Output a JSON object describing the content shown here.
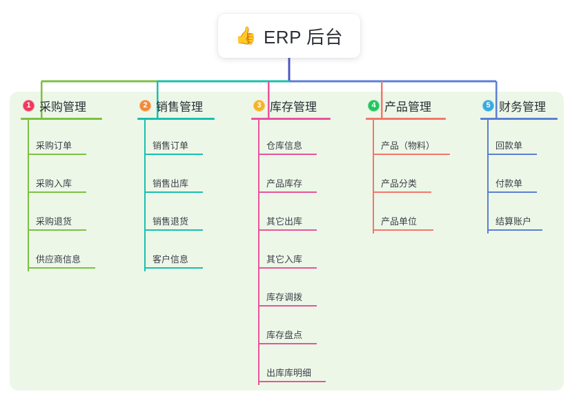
{
  "root": {
    "icon": "thumbs-up-icon",
    "emoji": "👍",
    "title": "ERP 后台"
  },
  "colors": {
    "panel_bg": "#edf7e8",
    "card_bg": "#ffffff",
    "text": "#2b2f36",
    "root_stem": "#4c57c4"
  },
  "branches": [
    {
      "number": "1",
      "title": "采购管理",
      "badge_color": "#f0395b",
      "line_color": "#7ac143",
      "title_width": 118,
      "items": [
        {
          "label": "采购订单",
          "rule_width": 85
        },
        {
          "label": "采购入库",
          "rule_width": 85
        },
        {
          "label": "采购退货",
          "rule_width": 85
        },
        {
          "label": "供应商信息",
          "rule_width": 98
        }
      ]
    },
    {
      "number": "2",
      "title": "销售管理",
      "badge_color": "#f28a38",
      "line_color": "#18bfad",
      "title_width": 112,
      "items": [
        {
          "label": "销售订单",
          "rule_width": 85
        },
        {
          "label": "销售出库",
          "rule_width": 85
        },
        {
          "label": "销售退货",
          "rule_width": 85
        },
        {
          "label": "客户信息",
          "rule_width": 85
        }
      ]
    },
    {
      "number": "3",
      "title": "库存管理",
      "badge_color": "#f8b game",
      "line_color": "#e8529b",
      "title_width": 115,
      "items": [
        {
          "label": "仓库信息",
          "rule_width": 85
        },
        {
          "label": "产品库存",
          "rule_width": 85
        },
        {
          "label": "其它出库",
          "rule_width": 85
        },
        {
          "label": "其它入库",
          "rule_width": 85
        },
        {
          "label": "库存调拨",
          "rule_width": 85
        },
        {
          "label": "库存盘点",
          "rule_width": 85
        },
        {
          "label": "出库库明细",
          "rule_width": 98
        }
      ]
    },
    {
      "number": "4",
      "title": "产品管理",
      "badge_color": "#22c55e",
      "line_color": "#f4756c",
      "title_width": 116,
      "items": [
        {
          "label": "产品（物料）",
          "rule_width": 112
        },
        {
          "label": "产品分类",
          "rule_width": 85
        },
        {
          "label": "产品单位",
          "rule_width": 88
        }
      ]
    },
    {
      "number": "5",
      "title": "财务管理",
      "badge_color": "#34abe0",
      "line_color": "#5b7ed4",
      "title_width": 112,
      "items": [
        {
          "label": "回款单",
          "rule_width": 72
        },
        {
          "label": "付款单",
          "rule_width": 72
        },
        {
          "label": "结算账户",
          "rule_width": 80
        }
      ]
    }
  ]
}
